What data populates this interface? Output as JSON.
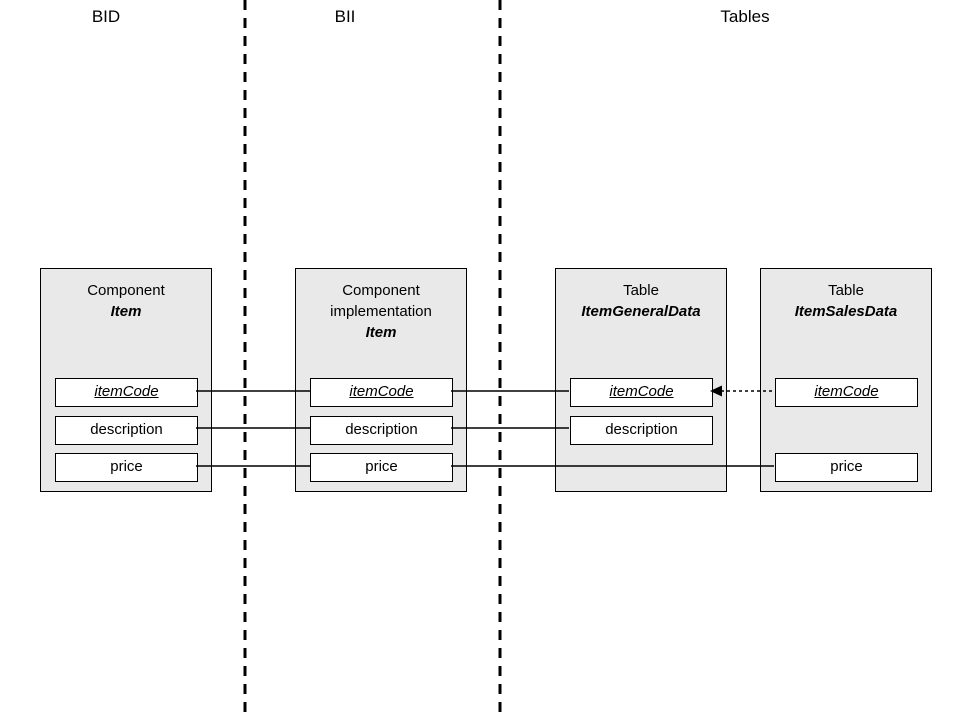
{
  "colors": {
    "background": "#ffffff",
    "box_fill": "#e9e9e9",
    "stroke": "#000000"
  },
  "lanes": {
    "bid": "BID",
    "bii": "BII",
    "tables": "Tables"
  },
  "boxes": {
    "component_item": {
      "title": [
        "Component"
      ],
      "name": "Item",
      "fields": {
        "itemCode": "itemCode",
        "description": "description",
        "price": "price"
      }
    },
    "component_implementation_item": {
      "title": [
        "Component",
        "implementation"
      ],
      "name": "Item",
      "fields": {
        "itemCode": "itemCode",
        "description": "description",
        "price": "price"
      }
    },
    "table_item_general_data": {
      "title": [
        "Table"
      ],
      "name": "ItemGeneralData",
      "fields": {
        "itemCode": "itemCode",
        "description": "description"
      }
    },
    "table_item_sales_data": {
      "title": [
        "Table"
      ],
      "name": "ItemSalesData",
      "fields": {
        "itemCode": "itemCode",
        "price": "price"
      }
    }
  }
}
